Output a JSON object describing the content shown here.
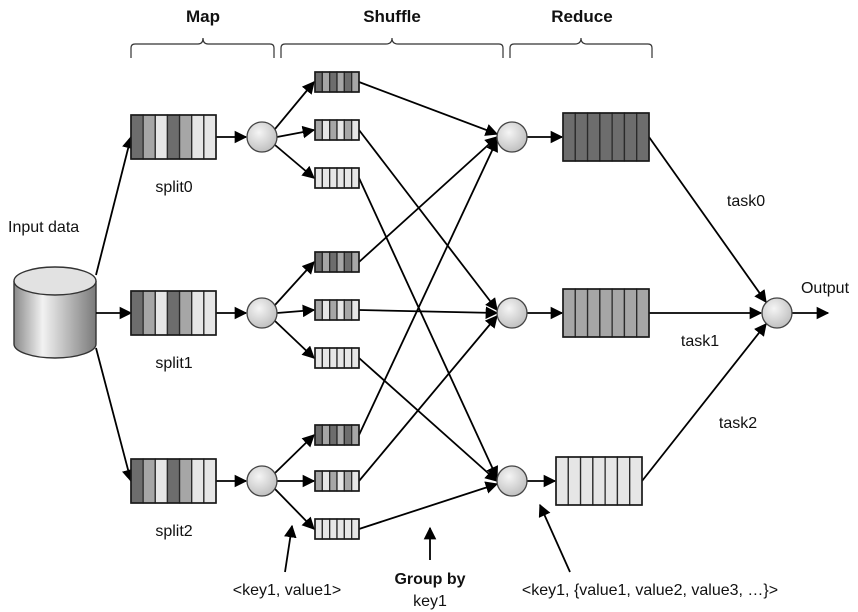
{
  "stages": {
    "map": "Map",
    "shuffle": "Shuffle",
    "reduce": "Reduce"
  },
  "labels": {
    "input_data": "Input data",
    "output": "Output",
    "split0": "split0",
    "split1": "split1",
    "split2": "split2",
    "task0": "task0",
    "task1": "task1",
    "task2": "task2",
    "map_output": "<key1, value1>",
    "group_by_line1": "Group by",
    "group_by_line2": "key1",
    "reduce_input": "<key1, {value1, value2, value3, …}>"
  },
  "colors": {
    "dark": "#6d6d6d",
    "mid": "#a6a6a6",
    "light": "#e6e6e6",
    "node": "#d9d9d9"
  }
}
